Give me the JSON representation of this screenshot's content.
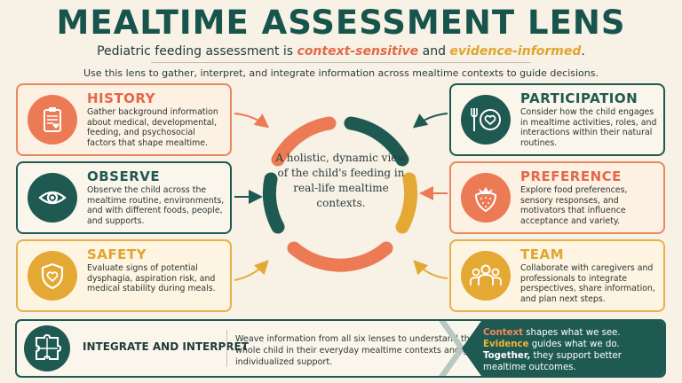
{
  "header": {
    "title": "MEALTIME ASSESSMENT LENS",
    "subtitle_prefix": "Pediatric feeding assessment is ",
    "subtitle_em1": "context-sensitive",
    "subtitle_mid": " and ",
    "subtitle_em2": "evidence-informed",
    "subtitle_suffix": ".",
    "intro": "Use this lens to gather, interpret, and integrate information across mealtime contexts to guide decisions."
  },
  "center": {
    "text": "A holistic, dynamic view of the child's feeding in real-life mealtime contexts."
  },
  "lenses": {
    "history": {
      "heading": "HISTORY",
      "body": "Gather background information about medical, developmental, feeding, and psychosocial factors that shape mealtime.",
      "icon": "clipboard-heart-icon"
    },
    "observe": {
      "heading": "OBSERVE",
      "body": "Observe the child across the mealtime routine, environments, and with different foods, people, and supports.",
      "icon": "eye-icon"
    },
    "safety": {
      "heading": "SAFETY",
      "body": "Evaluate signs of potential dysphagia, aspiration risk, and medical stability during meals.",
      "icon": "shield-heart-icon"
    },
    "participation": {
      "heading": "PARTICIPATION",
      "body": "Consider how the child engages in mealtime activities, roles, and interactions within their natural routines.",
      "icon": "fork-plate-heart-icon"
    },
    "preference": {
      "heading": "PREFERENCE",
      "body": "Explore food preferences, sensory responses, and motivators that influence acceptance and variety.",
      "icon": "strawberry-icon"
    },
    "team": {
      "heading": "TEAM",
      "body": "Collaborate with caregivers and professionals to integrate perspectives, share information, and plan next steps.",
      "icon": "people-group-icon"
    }
  },
  "banner": {
    "title": "INTEGRATE AND INTERPRET",
    "text": "Weave information from all six lenses to understand the whole child in their everyday mealtime contexts and guide individualized support.",
    "k1": "Context",
    "t1": " shapes what we see.",
    "k2": "Evidence",
    "t2": " guides what we do.",
    "k3": "Together,",
    "t3": " they support better mealtime outcomes.",
    "icon": "puzzle-icon"
  },
  "colors": {
    "teal": "#1f5a52",
    "orange": "#ec7a55",
    "yellow": "#e4a935",
    "background": "#f7f1e6"
  }
}
